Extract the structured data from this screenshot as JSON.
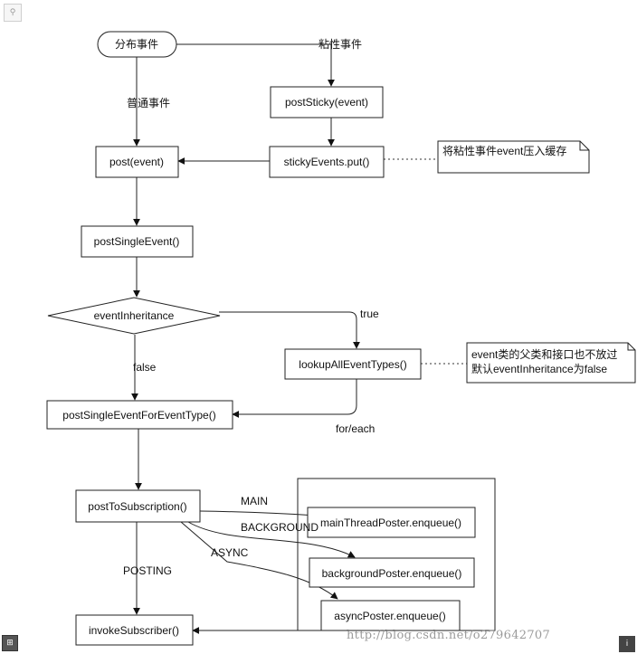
{
  "nodes": {
    "dispatch": "分布事件",
    "post_sticky": "postSticky(event)",
    "sticky_put": "stickyEvents.put()",
    "post": "post(event)",
    "post_single": "postSingleEvent()",
    "inheritance": "eventInheritance",
    "lookup": "lookupAllEventTypes()",
    "post_single_type": "postSingleEventForEventType()",
    "post_to_sub": "postToSubscription()",
    "main_poster": "mainThreadPoster.enqueue()",
    "bg_poster": "backgroundPoster.enqueue()",
    "async_poster": "asyncPoster.enqueue()",
    "invoke": "invokeSubscriber()"
  },
  "edge_labels": {
    "sticky": "粘性事件",
    "normal": "普通事件",
    "true": "true",
    "false": "false",
    "foreach": "for/each",
    "main": "MAIN",
    "background": "BACKGROUND",
    "async": "ASYNC",
    "posting": "POSTING"
  },
  "notes": {
    "sticky_note": "将粘性事件event压入缓存",
    "lookup_note_line1": "event类的父类和接口也不放过",
    "lookup_note_line2": "默认eventInheritance为false"
  },
  "watermark": "http://blog.csdn.net/o279642707",
  "icons": {
    "top_left": "zoom-icon",
    "bottom_left": "expand-icon",
    "bottom_right": "info-icon"
  }
}
